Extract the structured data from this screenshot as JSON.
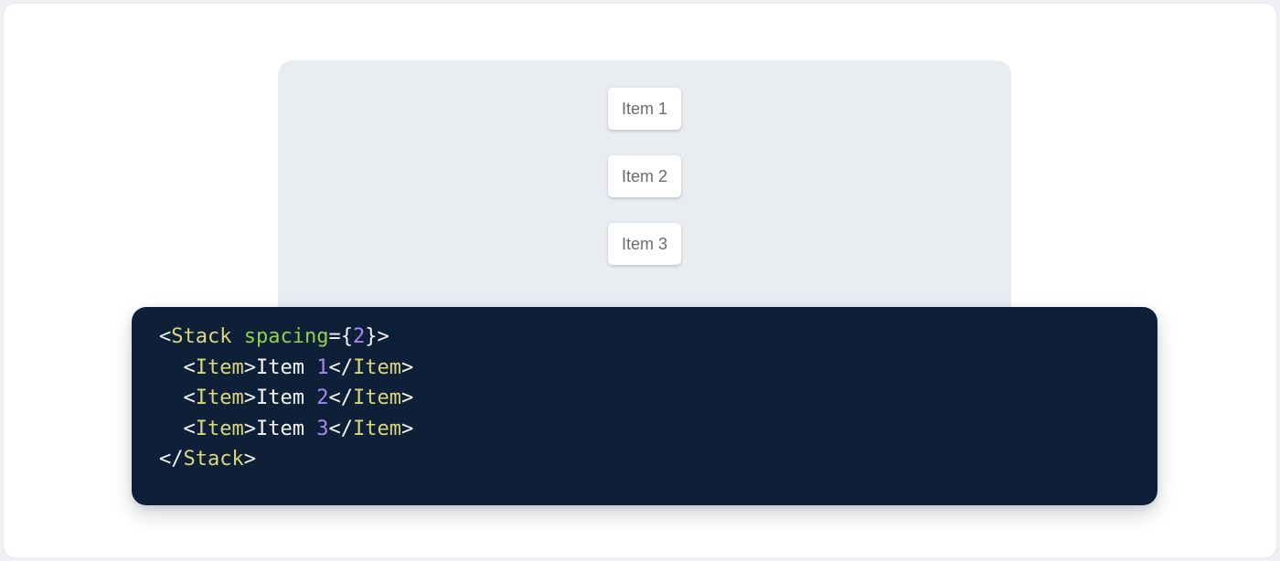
{
  "demo": {
    "items": [
      {
        "label": "Item 1"
      },
      {
        "label": "Item 2"
      },
      {
        "label": "Item 3"
      }
    ]
  },
  "code": {
    "text": "<Stack spacing={2}>\n  <Item>Item 1</Item>\n  <Item>Item 2</Item>\n  <Item>Item 3</Item>\n</Stack>",
    "lines": [
      {
        "tokens": [
          {
            "t": "<",
            "c": "punc"
          },
          {
            "t": "Stack",
            "c": "tag"
          },
          {
            "t": " ",
            "c": "plain"
          },
          {
            "t": "spacing",
            "c": "attr"
          },
          {
            "t": "=",
            "c": "punc"
          },
          {
            "t": "{",
            "c": "punc"
          },
          {
            "t": "2",
            "c": "num"
          },
          {
            "t": "}",
            "c": "punc"
          },
          {
            "t": ">",
            "c": "punc"
          }
        ]
      },
      {
        "tokens": [
          {
            "t": "  ",
            "c": "plain"
          },
          {
            "t": "<",
            "c": "punc"
          },
          {
            "t": "Item",
            "c": "tag"
          },
          {
            "t": ">",
            "c": "punc"
          },
          {
            "t": "Item ",
            "c": "plain"
          },
          {
            "t": "1",
            "c": "num"
          },
          {
            "t": "</",
            "c": "punc"
          },
          {
            "t": "Item",
            "c": "tag"
          },
          {
            "t": ">",
            "c": "punc"
          }
        ]
      },
      {
        "tokens": [
          {
            "t": "  ",
            "c": "plain"
          },
          {
            "t": "<",
            "c": "punc"
          },
          {
            "t": "Item",
            "c": "tag"
          },
          {
            "t": ">",
            "c": "punc"
          },
          {
            "t": "Item ",
            "c": "plain"
          },
          {
            "t": "2",
            "c": "num"
          },
          {
            "t": "</",
            "c": "punc"
          },
          {
            "t": "Item",
            "c": "tag"
          },
          {
            "t": ">",
            "c": "punc"
          }
        ]
      },
      {
        "tokens": [
          {
            "t": "  ",
            "c": "plain"
          },
          {
            "t": "<",
            "c": "punc"
          },
          {
            "t": "Item",
            "c": "tag"
          },
          {
            "t": ">",
            "c": "punc"
          },
          {
            "t": "Item ",
            "c": "plain"
          },
          {
            "t": "3",
            "c": "num"
          },
          {
            "t": "</",
            "c": "punc"
          },
          {
            "t": "Item",
            "c": "tag"
          },
          {
            "t": ">",
            "c": "punc"
          }
        ]
      },
      {
        "tokens": [
          {
            "t": "</",
            "c": "punc"
          },
          {
            "t": "Stack",
            "c": "tag"
          },
          {
            "t": ">",
            "c": "punc"
          }
        ]
      }
    ]
  },
  "colors": {
    "page_background": "#eef0f3",
    "card_background": "#ffffff",
    "card_border": "#e5e8eb",
    "panel_background": "#e9edf1",
    "item_background": "#ffffff",
    "item_text": "#696b6e",
    "code_background": "#0e2038",
    "token_tag": "#dcd67c",
    "token_attr": "#8fd14b",
    "token_number": "#a887f2",
    "token_punctuation": "#f6f7f5",
    "token_plain": "#f6f7f5"
  }
}
